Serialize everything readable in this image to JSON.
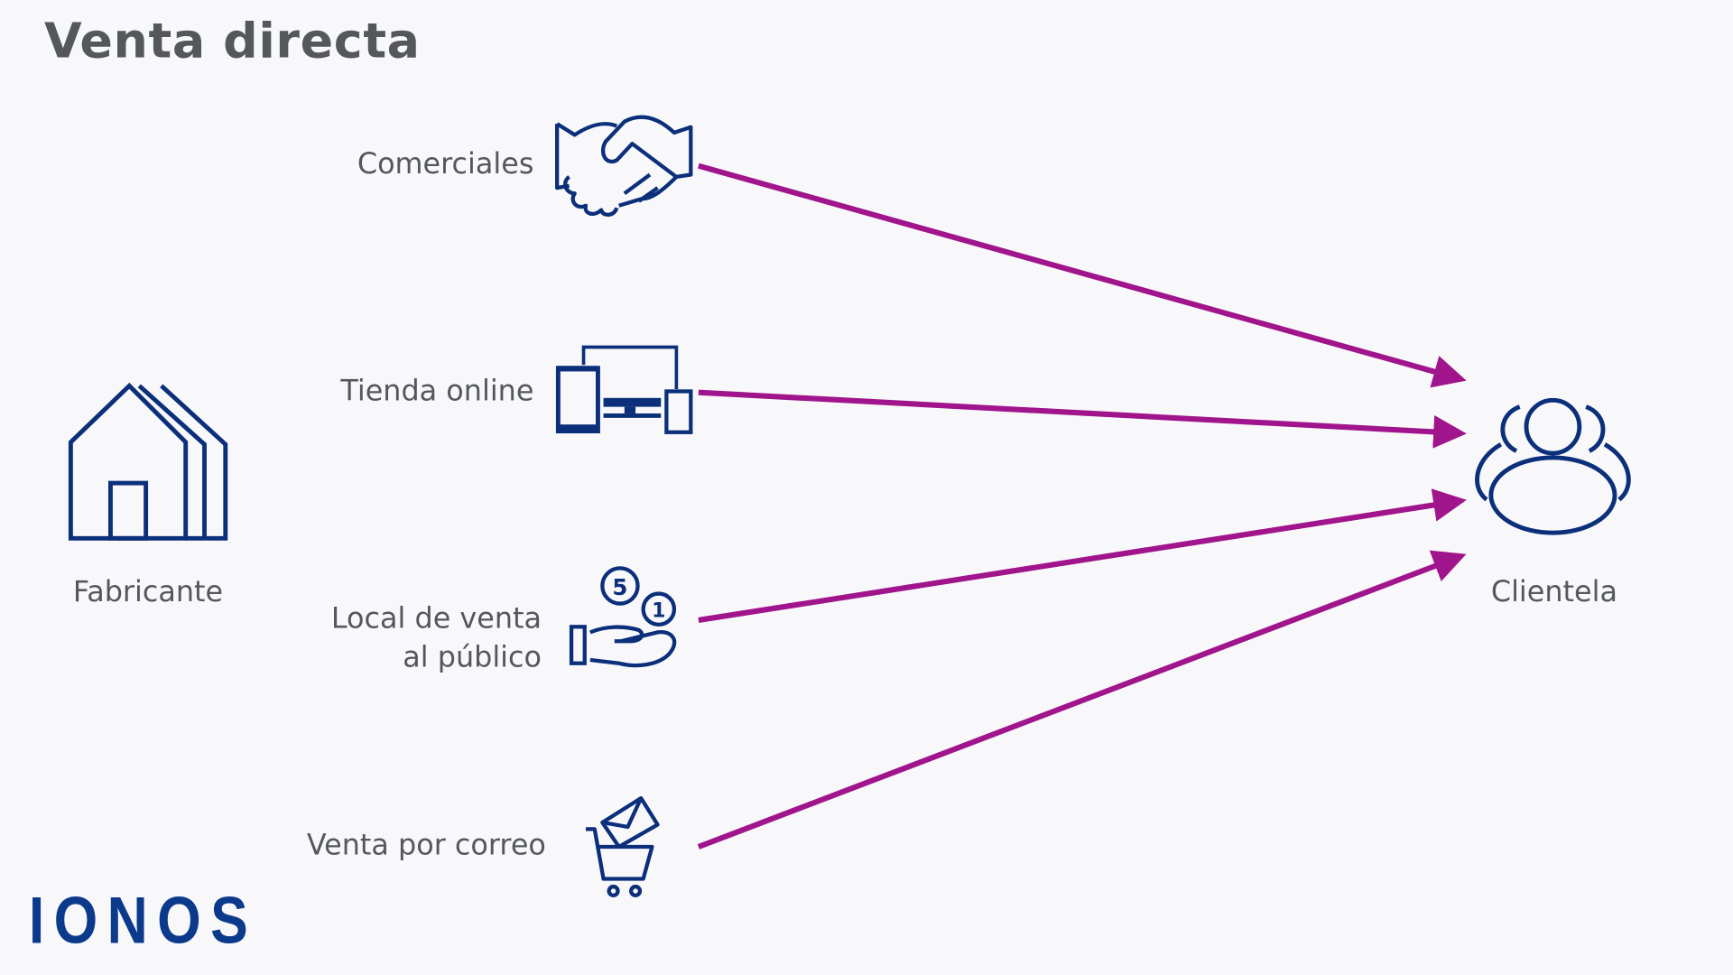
{
  "title": "Venta directa",
  "source": {
    "label": "Fabricante",
    "icon": "factory-icon"
  },
  "target": {
    "label": "Clientela",
    "icon": "customers-icon"
  },
  "channels": [
    {
      "label": "Comerciales",
      "icon": "handshake-icon"
    },
    {
      "label": "Tienda online",
      "icon": "devices-icon"
    },
    {
      "label_line1": "Local de venta",
      "label_line2": "al público",
      "icon": "hand-coins-icon"
    },
    {
      "label": "Venta por correo",
      "icon": "mail-cart-icon"
    }
  ],
  "logo": "IONOS",
  "colors": {
    "arrow": "#a0148c",
    "icon": "#0b2f7a",
    "text": "#55585b",
    "logo": "#0b3a8c"
  }
}
